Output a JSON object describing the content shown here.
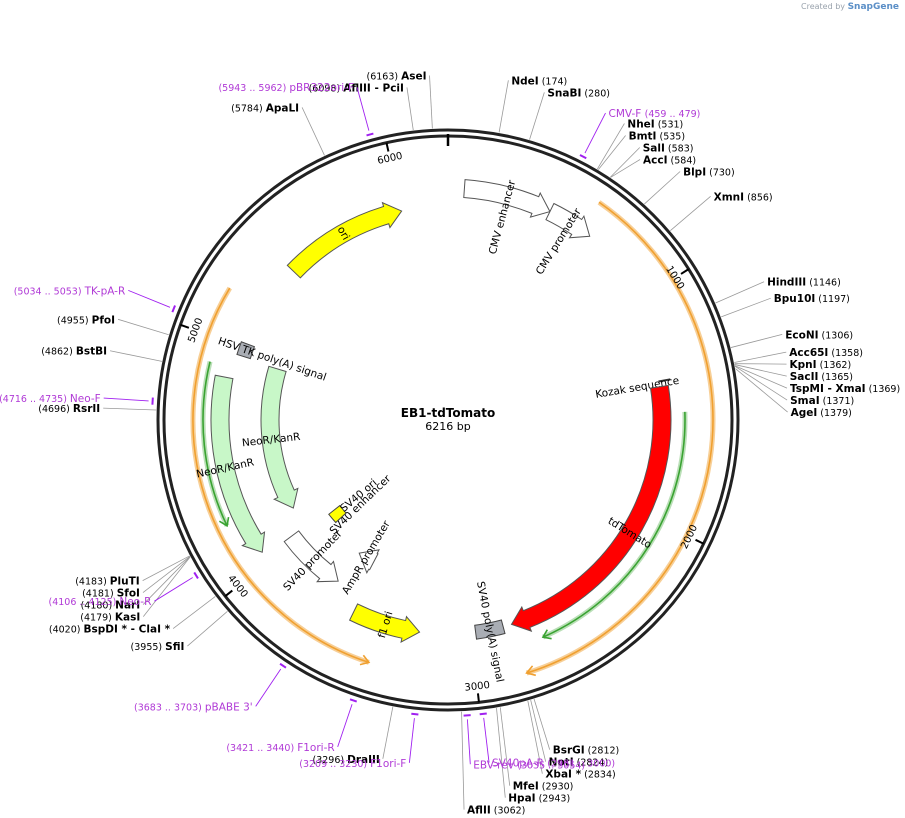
{
  "brand": {
    "created_by": "Created by",
    "product": "SnapGene"
  },
  "plasmid": {
    "name": "EB1-tdTomato",
    "size_label": "6216 bp",
    "length": 6216
  },
  "ticks": [
    {
      "bp": 1000,
      "label": "1000"
    },
    {
      "bp": 2000,
      "label": "2000"
    },
    {
      "bp": 3000,
      "label": "3000"
    },
    {
      "bp": 4000,
      "label": "4000"
    },
    {
      "bp": 5000,
      "label": "5000"
    },
    {
      "bp": 6000,
      "label": "6000"
    }
  ],
  "sites": [
    {
      "name": "AseI",
      "pos": "(6163)",
      "bp": 6163
    },
    {
      "name": "AflIII  - PciI",
      "pos": "(6098)",
      "bp": 6098
    },
    {
      "name": "ApaLI",
      "pos": "(5784)",
      "bp": 5784
    },
    {
      "name": "NdeI",
      "pos": "(174)",
      "bp": 174
    },
    {
      "name": "SnaBI",
      "pos": "(280)",
      "bp": 280
    },
    {
      "name": "NheI",
      "pos": "(531)",
      "bp": 531
    },
    {
      "name": "BmtI",
      "pos": "(535)",
      "bp": 535
    },
    {
      "name": "SalI",
      "pos": "(583)",
      "bp": 583
    },
    {
      "name": "AccI",
      "pos": "(584)",
      "bp": 584
    },
    {
      "name": "BlpI",
      "pos": "(730)",
      "bp": 730
    },
    {
      "name": "XmnI",
      "pos": "(856)",
      "bp": 856
    },
    {
      "name": "HindIII",
      "pos": "(1146)",
      "bp": 1146
    },
    {
      "name": "Bpu10I",
      "pos": "(1197)",
      "bp": 1197
    },
    {
      "name": "EcoNI",
      "pos": "(1306)",
      "bp": 1306
    },
    {
      "name": "Acc65I",
      "pos": "(1358)",
      "bp": 1358
    },
    {
      "name": "KpnI",
      "pos": "(1362)",
      "bp": 1362
    },
    {
      "name": "SacII",
      "pos": "(1365)",
      "bp": 1365
    },
    {
      "name": "TspMI  - XmaI",
      "pos": "(1369)",
      "bp": 1369
    },
    {
      "name": "SmaI",
      "pos": "(1371)",
      "bp": 1371
    },
    {
      "name": "AgeI",
      "pos": "(1379)",
      "bp": 1379
    },
    {
      "name": "BsrGI",
      "pos": "(2812)",
      "bp": 2812
    },
    {
      "name": "NotI",
      "pos": "(2824)",
      "bp": 2824
    },
    {
      "name": "XbaI *",
      "pos": "(2834)",
      "bp": 2834
    },
    {
      "name": "MfeI",
      "pos": "(2930)",
      "bp": 2930
    },
    {
      "name": "HpaI",
      "pos": "(2943)",
      "bp": 2943
    },
    {
      "name": "AflII",
      "pos": "(3062)",
      "bp": 3062
    },
    {
      "name": "DraIII",
      "pos": "(3296)",
      "bp": 3296
    },
    {
      "name": "SfiI",
      "pos": "(3955)",
      "bp": 3955
    },
    {
      "name": "BspDI *  - ClaI *",
      "pos": "(4020)",
      "bp": 4020
    },
    {
      "name": "KasI",
      "pos": "(4179)",
      "bp": 4179
    },
    {
      "name": "NarI",
      "pos": "(4180)",
      "bp": 4180
    },
    {
      "name": "SfoI",
      "pos": "(4181)",
      "bp": 4181
    },
    {
      "name": "PluTI",
      "pos": "(4183)",
      "bp": 4183
    },
    {
      "name": "RsrII",
      "pos": "(4696)",
      "bp": 4696
    },
    {
      "name": "BstBI",
      "pos": "(4862)",
      "bp": 4862
    },
    {
      "name": "PfoI",
      "pos": "(4955)",
      "bp": 4955
    }
  ],
  "primers": [
    {
      "name": "pBR322ori-F",
      "range": "(5943 .. 5962)",
      "bp": 5952
    },
    {
      "name": "CMV-F",
      "range": "(459 .. 479)",
      "bp": 469
    },
    {
      "name": "TK-pA-R",
      "range": "(5034 .. 5053)",
      "bp": 5043
    },
    {
      "name": "Neo-F",
      "range": "(4716 .. 4735)",
      "bp": 4725
    },
    {
      "name": "Neo-R",
      "range": "(4106 .. 4125)",
      "bp": 4115
    },
    {
      "name": "pBABE 3'",
      "range": "(3683 .. 3703)",
      "bp": 3693
    },
    {
      "name": "F1ori-R",
      "range": "(3421 .. 3440)",
      "bp": 3430
    },
    {
      "name": "F1ori-F",
      "range": "(3209 .. 3230)",
      "bp": 3219
    },
    {
      "name": "EBV-rev",
      "range": "(3035 .. 3054)",
      "bp": 3044
    },
    {
      "name": "SV40pA-R",
      "range": "(2981 .. 3000)",
      "bp": 2990
    }
  ],
  "features": [
    {
      "name": "ori",
      "start": 5420,
      "end": 6000,
      "color": "#ffff00",
      "type": "arrow",
      "dir": 1
    },
    {
      "name": "CMV enhancer",
      "start": 70,
      "end": 450,
      "color": "#ffffff",
      "type": "arrow",
      "dir": 1
    },
    {
      "name": "CMV promoter",
      "start": 450,
      "end": 650,
      "color": "#ffffff",
      "type": "arrow",
      "dir": 1
    },
    {
      "name": "Kozak sequence",
      "start": 1375,
      "end": 1400,
      "color": "#ffffff",
      "type": "mark",
      "dir": 0
    },
    {
      "name": "tdTomato",
      "start": 1400,
      "end": 2810,
      "color": "#ff0000",
      "type": "arrow",
      "dir": 1
    },
    {
      "name": "SV40 poly(A) signal",
      "start": 2850,
      "end": 2980,
      "color": "#a9adb4",
      "type": "box",
      "dir": 0
    },
    {
      "name": "f1 ori",
      "start": 3240,
      "end": 3560,
      "color": "#ffff00",
      "type": "arrow",
      "dir": -1
    },
    {
      "name": "AmpR promoter",
      "start": 3585,
      "end": 3690,
      "color": "#ffffff",
      "type": "arrow",
      "dir": 1
    },
    {
      "name": "SV40 promoter",
      "start": 3700,
      "end": 4030,
      "color": "#ffffff",
      "type": "arrow",
      "dir": -1
    },
    {
      "name": "SV40 enhancer",
      "start": 3850,
      "end": 3950,
      "color": "#ffffff",
      "type": "text",
      "dir": 0
    },
    {
      "name": "SV40 ori",
      "start": 3930,
      "end": 4000,
      "color": "#ffff00",
      "type": "box",
      "dir": 0
    },
    {
      "name": "NeoR/KanR",
      "start": 4050,
      "end": 4850,
      "color": "#c8f7c8",
      "type": "arrow",
      "dir": -1
    },
    {
      "name": "NeoR/KanR",
      "start": 4150,
      "end": 4950,
      "color": "#c8f7c8",
      "type": "arrow",
      "dir": -1
    },
    {
      "name": "HSV TK poly(A) signal",
      "start": 4960,
      "end": 5020,
      "color": "#a9adb4",
      "type": "box",
      "dir": 0
    }
  ],
  "orfs": [
    {
      "start": 600,
      "end": 2810,
      "dir": 1,
      "color": "#f0a030"
    },
    {
      "start": 3420,
      "end": 5200,
      "dir": -1,
      "color": "#f0a030"
    },
    {
      "start": 1520,
      "end": 2700,
      "dir": 1,
      "color": "#3aa332"
    },
    {
      "start": 4220,
      "end": 4900,
      "dir": -1,
      "color": "#3aa332"
    }
  ]
}
